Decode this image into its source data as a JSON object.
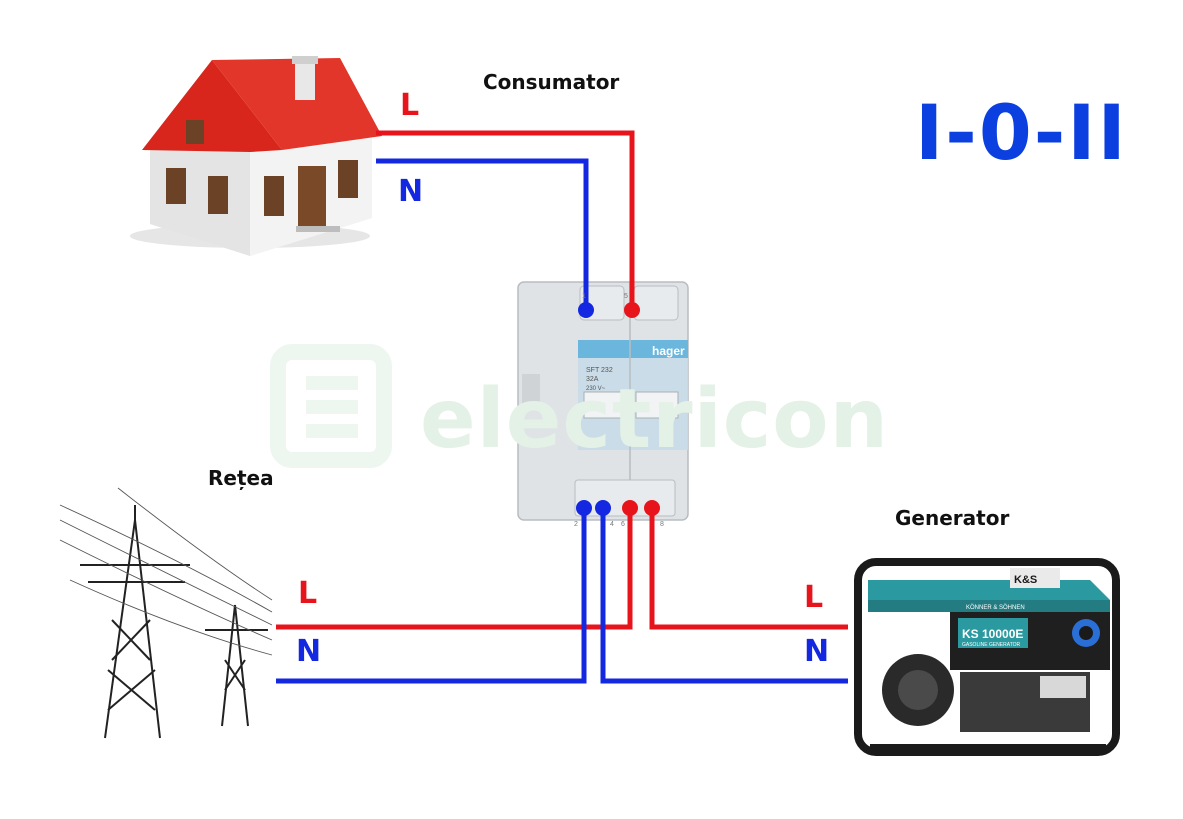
{
  "title": "I-0-II",
  "labels": {
    "consumer": "Consumator",
    "grid": "Rețea",
    "generator": "Generator"
  },
  "wire_labels": {
    "consumer_L": "L",
    "consumer_N": "N",
    "grid_L": "L",
    "grid_N": "N",
    "gen_L": "L",
    "gen_N": "N"
  },
  "switch": {
    "brand": "hager",
    "model": "SFT 232",
    "rating": "32A",
    "voltage": "230 V~",
    "top_terminals": [
      "1",
      "5"
    ],
    "bottom_terminals": [
      "2",
      "4",
      "6",
      "8"
    ]
  },
  "generator_unit": {
    "model": "KS 10000E",
    "subtitle": "GASOLINE GENERATOR",
    "brand": "K&S",
    "banner": "KÖNNER & SÖHNEN"
  },
  "watermark": "electricon",
  "colors": {
    "live": "#e8141c",
    "neutral": "#1328e0",
    "title": "#0b3fe0",
    "roof": "#d8261c",
    "generator_body": "#2a9aa0"
  }
}
